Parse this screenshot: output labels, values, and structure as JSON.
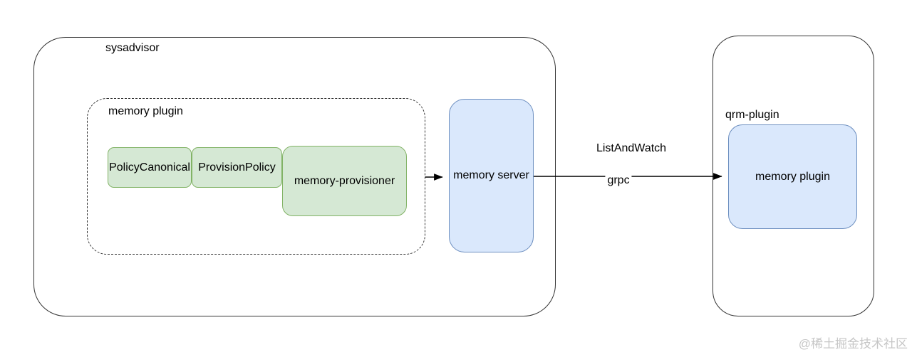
{
  "diagram": {
    "containers": {
      "sysadvisor": {
        "label": "sysadvisor"
      },
      "memory_plugin_group": {
        "label": "memory plugin"
      },
      "qrm_plugin": {
        "label": "qrm-plugin"
      }
    },
    "nodes": {
      "policy_canonical": {
        "label": "PolicyCanonical",
        "fill": "#d5e8d4",
        "border": "#82b366"
      },
      "provision_policy": {
        "label": "ProvisionPolicy",
        "fill": "#d5e8d4",
        "border": "#82b366"
      },
      "memory_provisioner": {
        "label": "memory-provisioner",
        "fill": "#d5e8d4",
        "border": "#82b366"
      },
      "memory_server": {
        "label": "memory server",
        "fill": "#dae8fc",
        "border": "#6c8ebf"
      },
      "qrm_memory_plugin": {
        "label": "memory plugin",
        "fill": "#dae8fc",
        "border": "#6c8ebf"
      }
    },
    "edges": {
      "group_to_server": {
        "from": "memory plugin",
        "to": "memory server"
      },
      "server_to_qrm": {
        "from": "memory server",
        "to": "memory plugin",
        "label_top": "ListAndWatch",
        "label_on_line": "grpc"
      }
    },
    "watermark": "@稀土掘金技术社区"
  }
}
